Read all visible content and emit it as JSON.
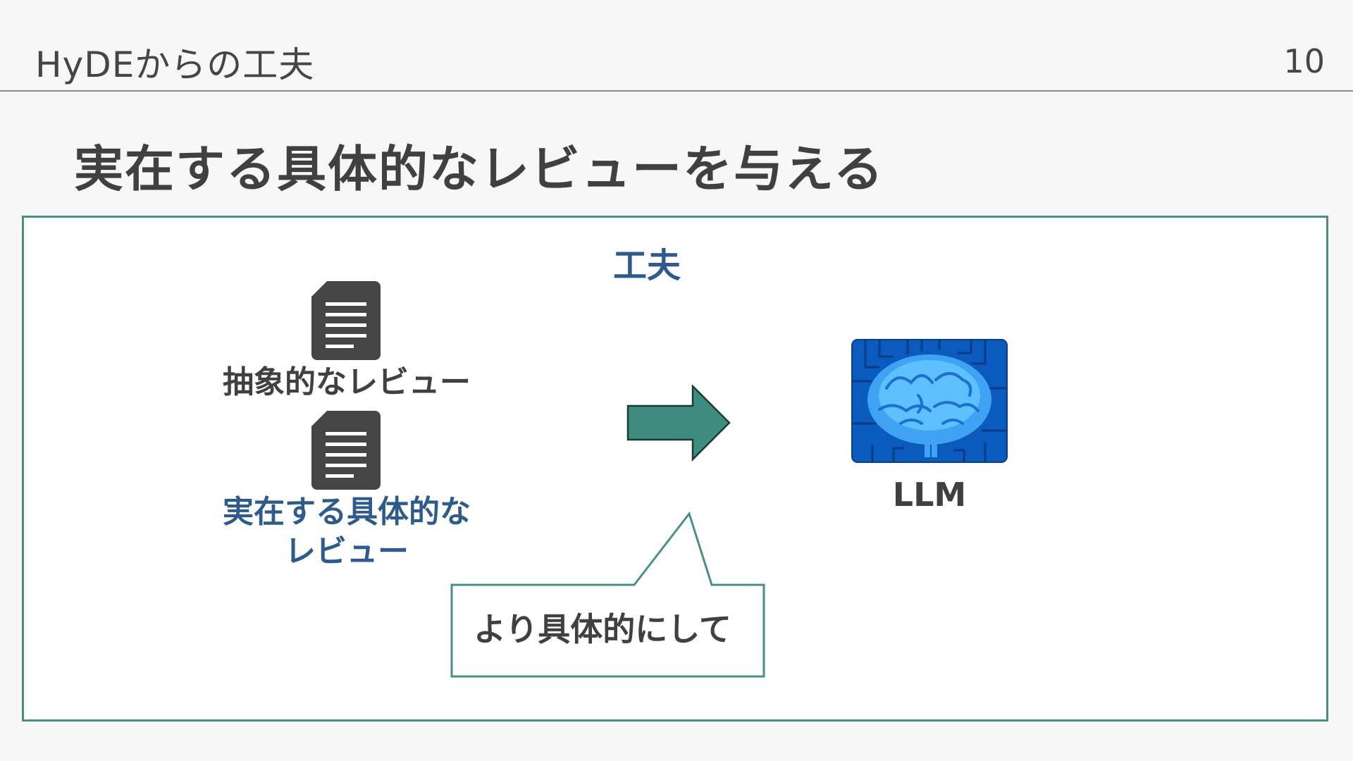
{
  "header": {
    "title": "HyDEからの工夫",
    "page_number": "10"
  },
  "slide": {
    "heading": "実在する具体的なレビューを与える"
  },
  "panel": {
    "title": "工夫",
    "abstract_review_label": "抽象的なレビュー",
    "concrete_review_label_line1": "実在する具体的な",
    "concrete_review_label_line2": "レビュー",
    "llm_label": "LLM",
    "callout_text": "より具体的にして"
  },
  "colors": {
    "accent_teal": "#4a8f86",
    "arrow_fill": "#3f8b80",
    "highlight_blue": "#2e5a8c",
    "text_dark": "#404040",
    "doc_icon": "#454545",
    "chip_blue": "#0b5bbf"
  },
  "icons": {
    "document": "document-icon",
    "arrow": "arrow-right-icon",
    "llm": "brain-chip-icon"
  }
}
